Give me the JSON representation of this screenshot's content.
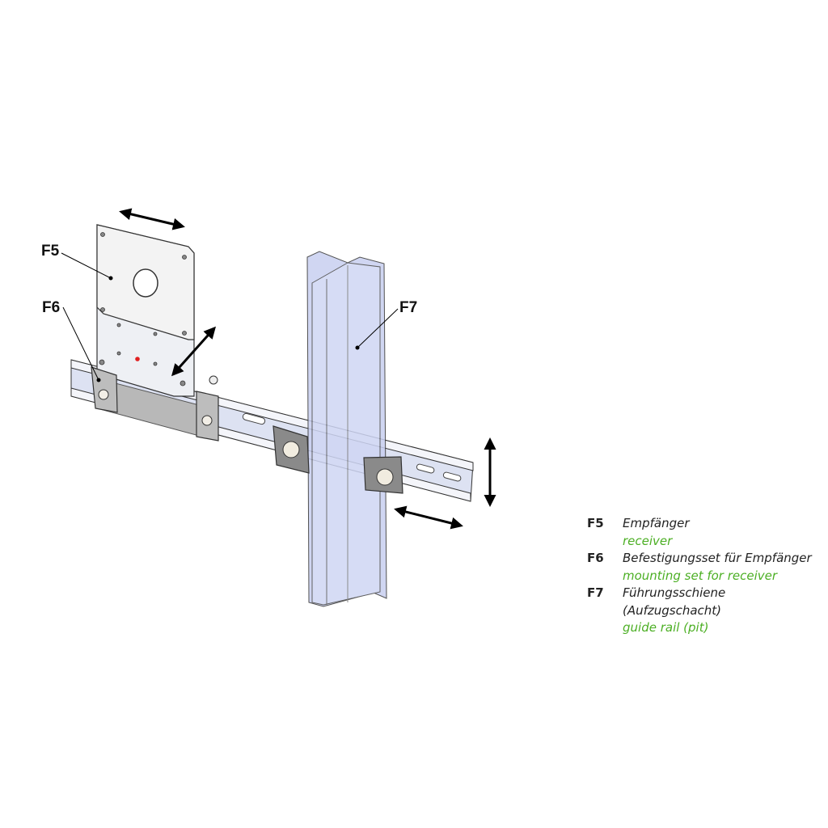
{
  "callouts": {
    "f5": "F5",
    "f6": "F6",
    "f7": "F7"
  },
  "legend": [
    {
      "code": "F5",
      "german": "Empfänger",
      "english": "receiver"
    },
    {
      "code": "F6",
      "german": "Befestigungsset für Empfänger",
      "english": "mounting set for receiver"
    },
    {
      "code": "F7",
      "german": "Führungsschiene (Aufzugschacht)",
      "english": "guide rail (pit)"
    }
  ],
  "colors": {
    "english_text": "#4caf24",
    "guide_rail": "#c8cff0",
    "indicator_led": "#e02020"
  }
}
